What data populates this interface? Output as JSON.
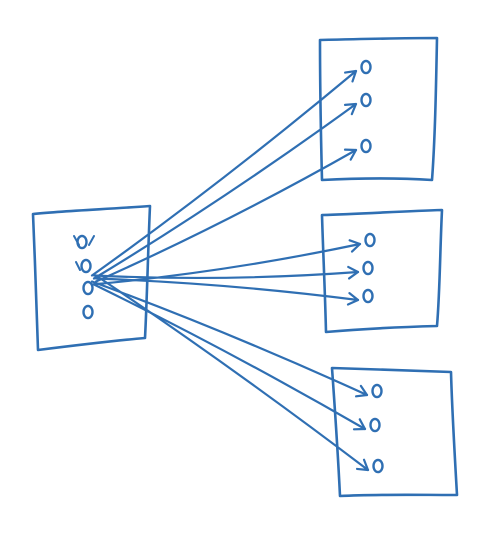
{
  "diagram": {
    "ink_color": "#2f6fb3",
    "source_node": {
      "id": "source",
      "ports": 4
    },
    "target_nodes": [
      {
        "id": "target-top",
        "ports": 3
      },
      {
        "id": "target-middle",
        "ports": 3
      },
      {
        "id": "target-bottom",
        "ports": 3
      }
    ],
    "connections": [
      {
        "from": "source",
        "to": "target-top",
        "port": 1
      },
      {
        "from": "source",
        "to": "target-top",
        "port": 2
      },
      {
        "from": "source",
        "to": "target-top",
        "port": 3
      },
      {
        "from": "source",
        "to": "target-middle",
        "port": 1
      },
      {
        "from": "source",
        "to": "target-middle",
        "port": 2
      },
      {
        "from": "source",
        "to": "target-middle",
        "port": 3
      },
      {
        "from": "source",
        "to": "target-bottom",
        "port": 1
      },
      {
        "from": "source",
        "to": "target-bottom",
        "port": 2
      },
      {
        "from": "source",
        "to": "target-bottom",
        "port": 3
      }
    ]
  }
}
